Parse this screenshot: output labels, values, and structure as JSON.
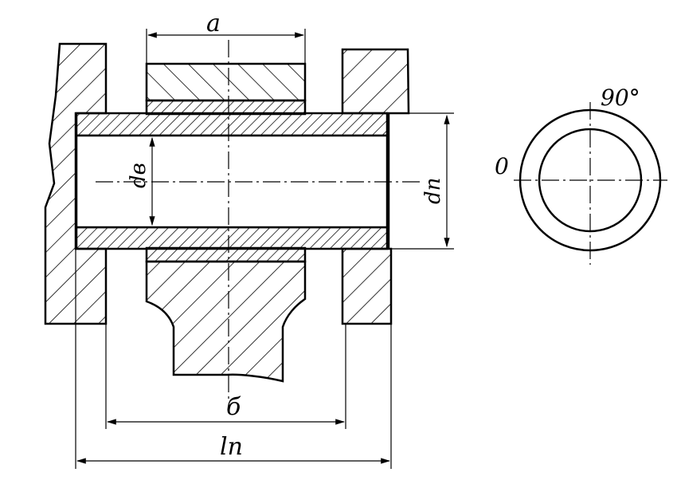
{
  "drawing": {
    "labels": {
      "a": "a",
      "b": "б",
      "l": "lп",
      "d_inner": "dв",
      "d_outer": "dп",
      "angle_90": "90°",
      "angle_0": "0"
    },
    "colors": {
      "ink": "#000000",
      "paper": "#ffffff"
    }
  }
}
